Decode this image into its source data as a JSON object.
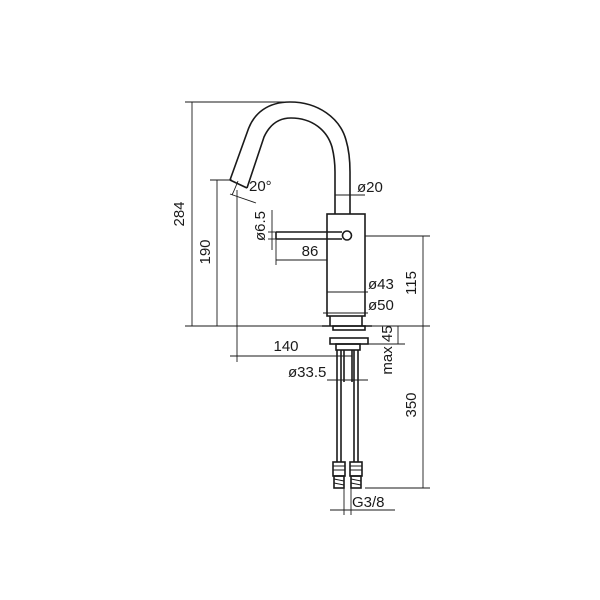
{
  "dimensions": {
    "total_height": "284",
    "spout_height": "190",
    "spout_angle": "20°",
    "spout_diameter": "ø20",
    "lever_diameter": "ø6.5",
    "lever_length": "86",
    "body_diameter": "ø43",
    "base_diameter": "ø50",
    "body_height": "115",
    "spout_reach": "140",
    "max_thickness": "max 45",
    "hole_diameter": "ø33.5",
    "hose_length": "350",
    "thread": "G3/8"
  }
}
